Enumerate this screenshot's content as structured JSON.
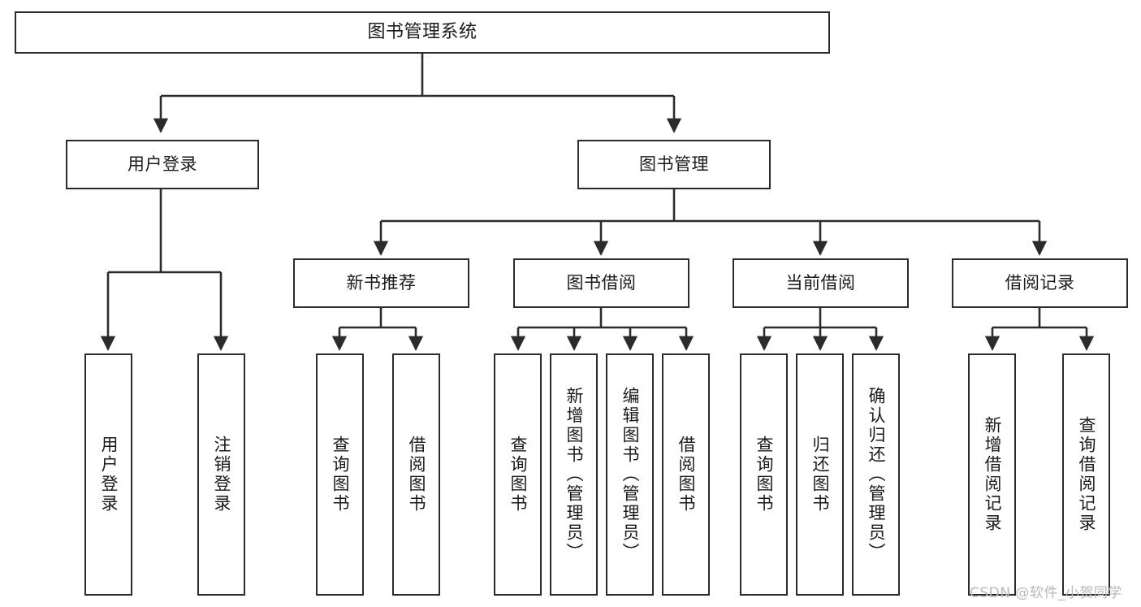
{
  "diagram": {
    "title": "图书管理系统",
    "type": "tree-hierarchy-chart",
    "colors": {
      "box_border": "#2b2b2b",
      "box_fill": "#ffffff",
      "connector": "#2b2b2b",
      "text": "#1a1a1a",
      "watermark": "#b9b9b9",
      "background": "#ffffff"
    },
    "watermark": "CSDN @软件_小贺同学",
    "nodes": {
      "root": {
        "label": "图书管理系统"
      },
      "level2": [
        {
          "id": "user-login",
          "label": "用户登录"
        },
        {
          "id": "book-manage",
          "label": "图书管理"
        }
      ],
      "level3": [
        {
          "id": "new-book-recommend",
          "label": "新书推荐"
        },
        {
          "id": "book-borrow",
          "label": "图书借阅"
        },
        {
          "id": "current-borrow",
          "label": "当前借阅"
        },
        {
          "id": "borrow-record",
          "label": "借阅记录"
        }
      ],
      "leaves": {
        "user_login": [
          {
            "id": "leaf-user-login",
            "label": "用户登录"
          },
          {
            "id": "leaf-user-logout",
            "label": "注销登录"
          }
        ],
        "new_book_recommend": [
          {
            "id": "leaf-query-book-1",
            "label": "查询图书"
          },
          {
            "id": "leaf-borrow-book-1",
            "label": "借阅图书"
          }
        ],
        "book_borrow": [
          {
            "id": "leaf-query-book-2",
            "label": "查询图书"
          },
          {
            "id": "leaf-add-book",
            "label": "新增图书（管理员）"
          },
          {
            "id": "leaf-edit-book",
            "label": "编辑图书（管理员）"
          },
          {
            "id": "leaf-borrow-book-2",
            "label": "借阅图书"
          }
        ],
        "current_borrow": [
          {
            "id": "leaf-query-book-3",
            "label": "查询图书"
          },
          {
            "id": "leaf-return-book",
            "label": "归还图书"
          },
          {
            "id": "leaf-confirm-return",
            "label": "确认归还（管理员）"
          }
        ],
        "borrow_record": [
          {
            "id": "leaf-add-record",
            "label": "新增借阅记录"
          },
          {
            "id": "leaf-query-record",
            "label": "查询借阅记录"
          }
        ]
      }
    }
  },
  "chart_data": {
    "type": "table",
    "title": "图书管理系统",
    "hierarchy": [
      {
        "label": "图书管理系统",
        "level": 1,
        "children": [
          {
            "label": "用户登录",
            "level": 2,
            "children": [
              {
                "label": "用户登录",
                "level": 3,
                "children": []
              },
              {
                "label": "注销登录",
                "level": 3,
                "children": []
              }
            ]
          },
          {
            "label": "图书管理",
            "level": 2,
            "children": [
              {
                "label": "新书推荐",
                "level": 3,
                "children": [
                  {
                    "label": "查询图书",
                    "level": 4,
                    "children": []
                  },
                  {
                    "label": "借阅图书",
                    "level": 4,
                    "children": []
                  }
                ]
              },
              {
                "label": "图书借阅",
                "level": 3,
                "children": [
                  {
                    "label": "查询图书",
                    "level": 4,
                    "children": []
                  },
                  {
                    "label": "新增图书（管理员）",
                    "level": 4,
                    "children": []
                  },
                  {
                    "label": "编辑图书（管理员）",
                    "level": 4,
                    "children": []
                  },
                  {
                    "label": "借阅图书",
                    "level": 4,
                    "children": []
                  }
                ]
              },
              {
                "label": "当前借阅",
                "level": 3,
                "children": [
                  {
                    "label": "查询图书",
                    "level": 4,
                    "children": []
                  },
                  {
                    "label": "归还图书",
                    "level": 4,
                    "children": []
                  },
                  {
                    "label": "确认归还（管理员）",
                    "level": 4,
                    "children": []
                  }
                ]
              },
              {
                "label": "借阅记录",
                "level": 3,
                "children": [
                  {
                    "label": "新增借阅记录",
                    "level": 4,
                    "children": []
                  },
                  {
                    "label": "查询借阅记录",
                    "level": 4,
                    "children": []
                  }
                ]
              }
            ]
          }
        ]
      }
    ]
  }
}
